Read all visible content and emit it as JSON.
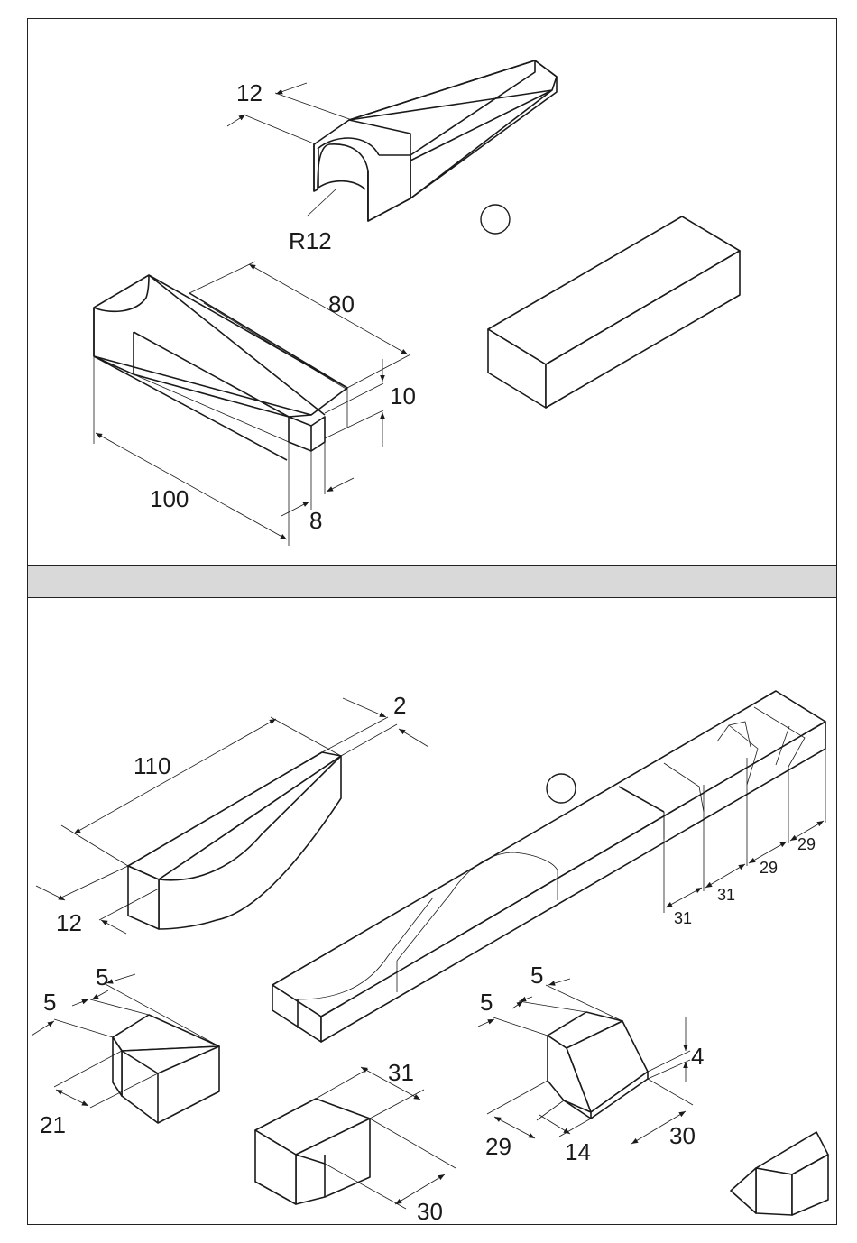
{
  "top_panel": {
    "labels": {
      "radius": "R12",
      "width_12": "12",
      "length_80": "80",
      "height_10": "10",
      "length_100": "100",
      "width_8": "8"
    }
  },
  "bottom_panel": {
    "labels": {
      "length_110": "110",
      "offset_2": "2",
      "width_12": "12",
      "seg_31_a": "31",
      "seg_31_b": "31",
      "seg_29_a": "29",
      "seg_29_b": "29",
      "left_5_a": "5",
      "left_5_b": "5",
      "left_21": "21",
      "mid_31": "31",
      "mid_30": "30",
      "right_5_a": "5",
      "right_5_b": "5",
      "right_4": "4",
      "right_29": "29",
      "right_14": "14",
      "right_30": "30"
    }
  }
}
